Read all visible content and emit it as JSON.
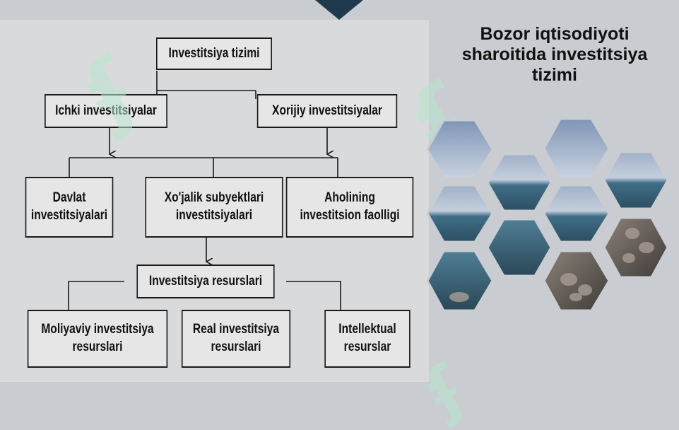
{
  "title": "Bozor iqtisodiyoti\nsharoitida investitsiya\ntizimi",
  "diagram": {
    "root": "Investitsiya tizimi",
    "ichki": "Ichki investitsiyalar",
    "xorijiy": "Xorijiy investitsiyalar",
    "davlat": "Davlat\ninvestitsiyalari",
    "xojalik": "Xo'jalik subyektlari\ninvestitsiyalari",
    "aholi": "Aholining\ninvestitsion faolligi",
    "resurslar": "Investitsiya resurslari",
    "moliyaviy": "Moliyaviy investitsiya\nresurslari",
    "real": "Real investitsiya\nresurslari",
    "intellektual": "Intellektual\nresurslar"
  },
  "colors": {
    "notch": "#1f3a4d",
    "panel": "#d9dadc",
    "watermark": "#b7e8cf"
  },
  "image": "sea-shore-hexagon-collage"
}
